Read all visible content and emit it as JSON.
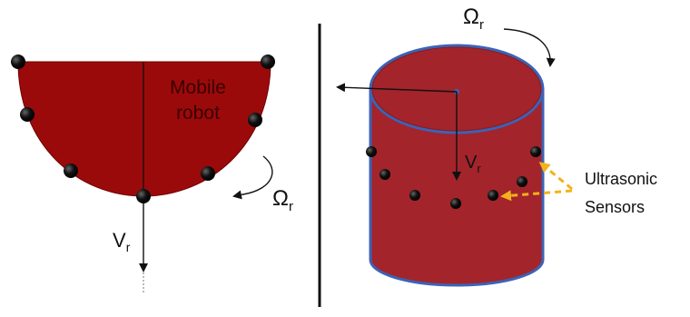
{
  "left_panel": {
    "body_label_line1": "Mobile",
    "body_label_line2": "robot",
    "velocity_symbol": "V",
    "velocity_subscript": "r",
    "rotation_symbol": "Ω",
    "rotation_subscript": "r"
  },
  "right_panel": {
    "rotation_symbol": "Ω",
    "rotation_subscript": "r",
    "velocity_symbol": "V",
    "velocity_subscript": "r",
    "sensor_label_line1": "Ultrasonic",
    "sensor_label_line2": "Sensors"
  },
  "colors": {
    "robot_body": "#9b0a0a",
    "cylinder_body": "#a3242b",
    "cylinder_outline": "#3b63b7",
    "sensor": "#111111",
    "sensor_arrow": "#f2b21b"
  }
}
